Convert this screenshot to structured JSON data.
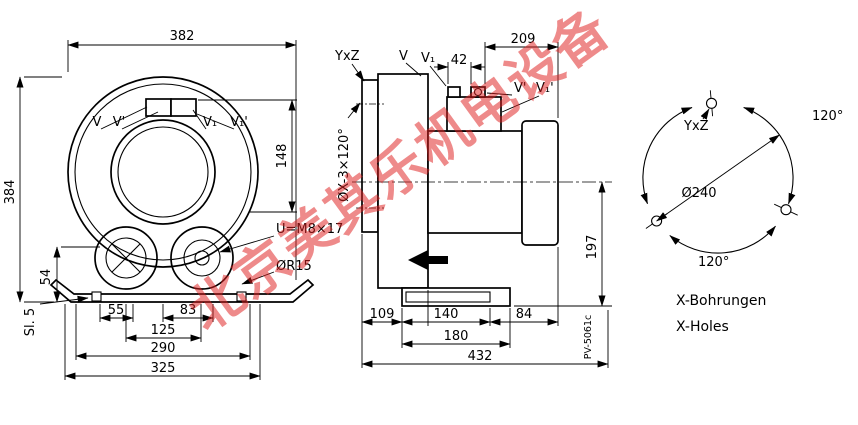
{
  "watermark": {
    "text": "北京美其乐机电设备",
    "color": "#e02020"
  },
  "front_view": {
    "dim_width_total": "382",
    "dim_height_total": "384",
    "dim_148": "148",
    "dim_54": "54",
    "slot_label": "Sl. 5",
    "dim_55": "55",
    "dim_83": "83",
    "dim_125": "125",
    "dim_290": "290",
    "dim_325": "325",
    "label_v": "V",
    "label_v_prime": "V'",
    "label_v1": "V₁",
    "label_v1_prime": "V₁'",
    "thread_note": "U=M8×17",
    "radius_note": "ØR15"
  },
  "side_view": {
    "label_yxz": "YxZ",
    "label_v": "V",
    "label_v1": "V₁",
    "label_v_prime": "V'",
    "label_v1_prime": "V₁'",
    "dim_42": "42",
    "dim_209": "209",
    "bolt_pattern_note": "ØX-3×120°",
    "dim_197": "197",
    "dim_109": "109",
    "dim_140": "140",
    "dim_84": "84",
    "dim_180": "180",
    "dim_432": "432",
    "drawing_number": "PV-5061c"
  },
  "bolt_view": {
    "label_yxz": "YxZ",
    "dim_diameter": "Ø240",
    "angle_top": "120°",
    "angle_bottom": "120°",
    "note_de": "X-Bohrungen",
    "note_en": "X-Holes"
  }
}
